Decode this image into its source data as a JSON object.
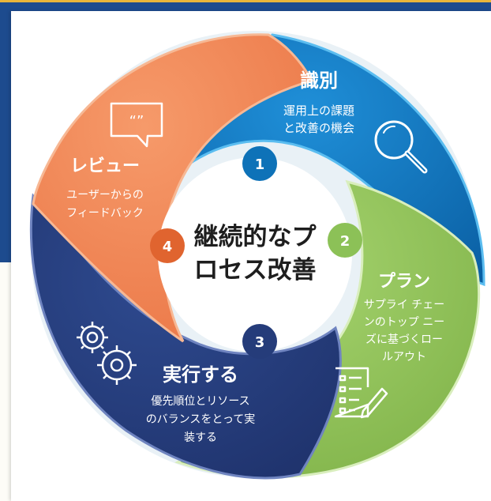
{
  "center": {
    "line1": "継続的なプ",
    "line2": "ロセス改善"
  },
  "segments": [
    {
      "number": "1",
      "title": "識別",
      "lines": [
        "運用上の課題",
        "と改善の機会"
      ],
      "color": "#0e72b8",
      "icon": "magnifier-icon"
    },
    {
      "number": "2",
      "title": "プラン",
      "lines": [
        "サプライ チェー",
        "ンのトップ ニー",
        "ズに基づくロー",
        "ルアウト"
      ],
      "color": "#8cc157",
      "icon": "checklist-pencil-icon"
    },
    {
      "number": "3",
      "title": "実行する",
      "lines": [
        "優先順位とリソース",
        "のバランスをとって実",
        "装する"
      ],
      "color": "#253c7a",
      "icon": "gears-icon"
    },
    {
      "number": "4",
      "title": "レビュー",
      "lines": [
        "ユーザーからの",
        "フィードバック"
      ],
      "color": "#f0834f",
      "icon": "speech-bubble-quote-icon"
    }
  ],
  "quote_glyph": "“”",
  "colors": {
    "background_band": "#1d4b8e",
    "accent_top": "#e9b53b",
    "blue": "#0e72b8",
    "green": "#8cc157",
    "navy": "#253c7a",
    "orange": "#f0834f"
  }
}
